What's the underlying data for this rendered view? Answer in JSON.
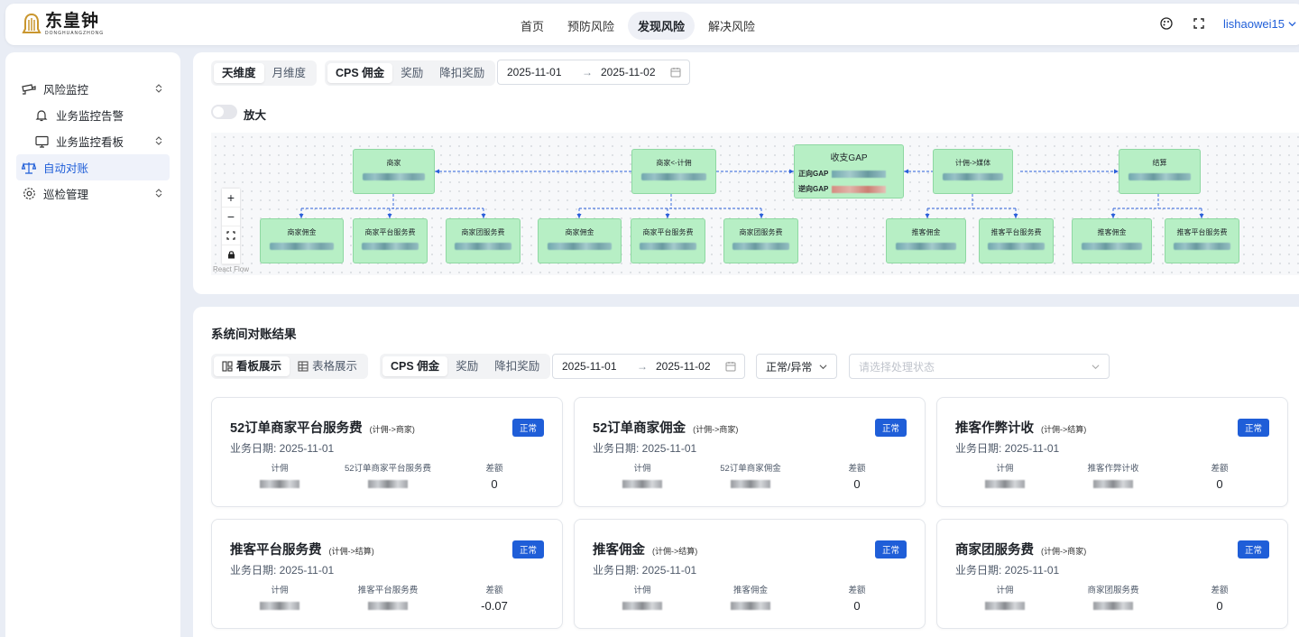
{
  "brand": {
    "name_cn": "东皇钟",
    "name_en": "DONGHUANGZHONG"
  },
  "nav": [
    {
      "label": "首页",
      "active": false
    },
    {
      "label": "预防风险",
      "active": false
    },
    {
      "label": "发现风险",
      "active": true
    },
    {
      "label": "解决风险",
      "active": false
    }
  ],
  "user": {
    "name": "lishaowei15"
  },
  "sidebar": {
    "items": [
      {
        "label": "风险监控",
        "icon": "cctv-icon",
        "expandable": true
      },
      {
        "label": "业务监控告警",
        "icon": "bell-icon"
      },
      {
        "label": "业务监控看板",
        "icon": "monitor-icon",
        "expandable": true
      },
      {
        "label": "自动对账",
        "icon": "scale-icon",
        "active": true
      },
      {
        "label": "巡检管理",
        "icon": "gear-icon",
        "expandable": true
      }
    ]
  },
  "top": {
    "dimension_tabs": [
      "天维度",
      "月维度"
    ],
    "type_tabs": [
      "CPS 佣金",
      "奖励",
      "降扣奖励"
    ],
    "date_start": "2025-11-01",
    "date_end": "2025-11-02",
    "date_arrow": "→",
    "zoom_label": "放大",
    "flow": {
      "attribution": "React Flow",
      "nodes": {
        "merchant": "商家",
        "merchant_commission": "商家<-计佣",
        "gap": "收支GAP",
        "gap_forward": "正向GAP",
        "gap_reverse": "逆向GAP",
        "commission_media": "计佣->媒体",
        "settlement": "结算",
        "c1": "商家佣金",
        "c2": "商家平台服务费",
        "c3": "商家团服务费",
        "c4": "商家佣金",
        "c5": "商家平台服务费",
        "c6": "商家团服务费",
        "c7": "推客佣金",
        "c8": "推客平台服务费",
        "c9": "推客佣金",
        "c10": "推客平台服务费"
      },
      "controls": [
        "+",
        "−",
        "⛶",
        "🔒"
      ]
    }
  },
  "results": {
    "title": "系统间对账结果",
    "view_tabs": [
      "看板展示",
      "表格展示"
    ],
    "type_tabs": [
      "CPS 佣金",
      "奖励",
      "降扣奖励"
    ],
    "date_start": "2025-11-01",
    "date_end": "2025-11-02",
    "date_arrow": "→",
    "status_select": "正常/异常",
    "process_placeholder": "请选择处理状态",
    "cards": [
      {
        "title": "52订单商家平台服务费",
        "sub": "(计佣->商家)",
        "badge": "正常",
        "date": "业务日期: 2025-11-01",
        "col1": "计佣",
        "col2": "52订单商家平台服务费",
        "col3": "差额",
        "diff": "0"
      },
      {
        "title": "52订单商家佣金",
        "sub": "(计佣->商家)",
        "badge": "正常",
        "date": "业务日期: 2025-11-01",
        "col1": "计佣",
        "col2": "52订单商家佣金",
        "col3": "差额",
        "diff": "0"
      },
      {
        "title": "推客作弊计收",
        "sub": "(计佣->结算)",
        "badge": "正常",
        "date": "业务日期: 2025-11-01",
        "col1": "计佣",
        "col2": "推客作弊计收",
        "col3": "差额",
        "diff": "0"
      },
      {
        "title": "推客平台服务费",
        "sub": "(计佣->结算)",
        "badge": "正常",
        "date": "业务日期: 2025-11-01",
        "col1": "计佣",
        "col2": "推客平台服务费",
        "col3": "差额",
        "diff": "-0.07"
      },
      {
        "title": "推客佣金",
        "sub": "(计佣->结算)",
        "badge": "正常",
        "date": "业务日期: 2025-11-01",
        "col1": "计佣",
        "col2": "推客佣金",
        "col3": "差额",
        "diff": "0"
      },
      {
        "title": "商家团服务费",
        "sub": "(计佣->商家)",
        "badge": "正常",
        "date": "业务日期: 2025-11-01",
        "col1": "计佣",
        "col2": "商家团服务费",
        "col3": "差额",
        "diff": "0"
      }
    ]
  },
  "colors": {
    "accent": "#1f5ed8",
    "node_fill": "#b7efc5",
    "edge": "#2b5fd9"
  }
}
